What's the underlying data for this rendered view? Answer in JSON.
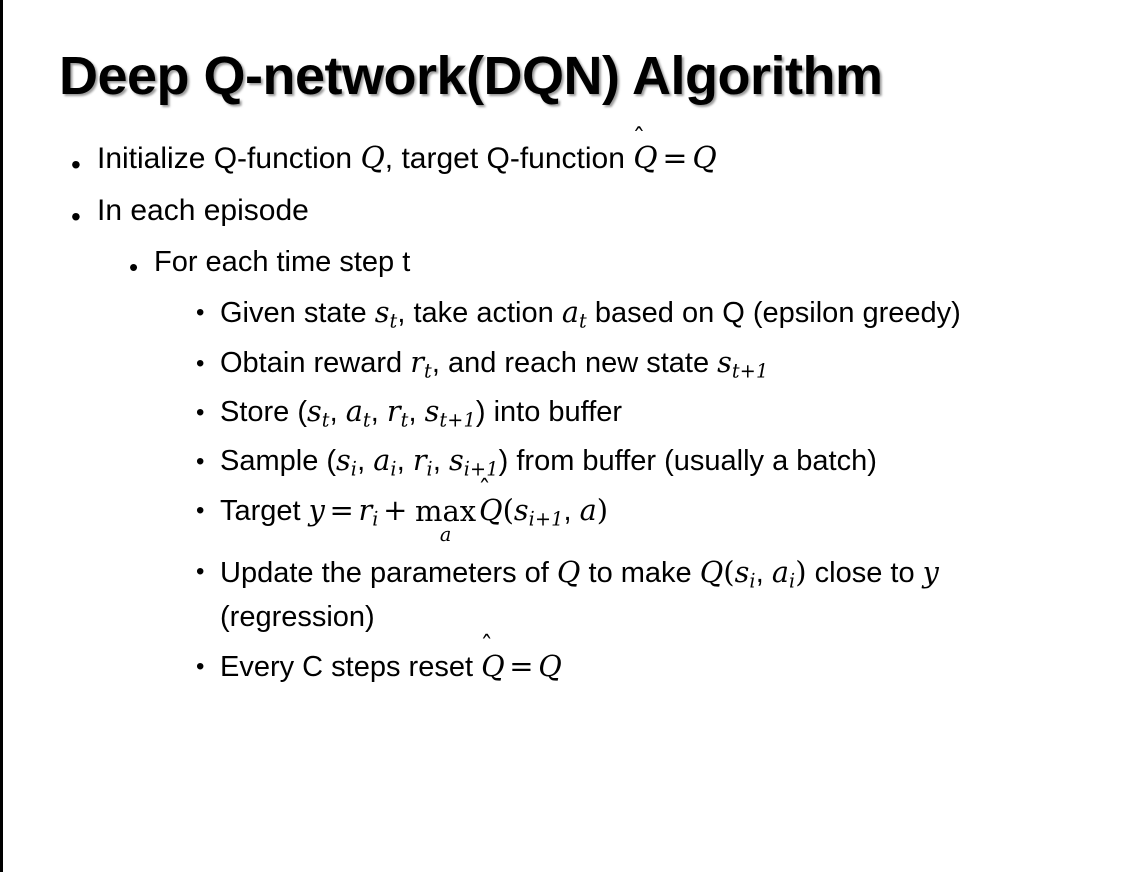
{
  "slide": {
    "title": "Deep Q-network(DQN) Algorithm",
    "bullet_glyph": "•",
    "text_color": "#000000",
    "background_color": "#ffffff",
    "border_color": "#000000"
  },
  "content": {
    "level1": [
      {
        "id": "initialize",
        "prefix": "Initialize Q-function ",
        "var1": "Q",
        "mid": ", target Q-function ",
        "var2": "Q",
        "hat": "̂",
        "eq": "=",
        "var3": "Q"
      },
      {
        "id": "each-episode",
        "text": "In each episode"
      }
    ],
    "level2": [
      {
        "id": "time-step",
        "text": "For each time step t"
      }
    ],
    "level3": [
      {
        "id": "given-state",
        "part1": "Given state ",
        "s": "s",
        "s_sub": "t",
        "part2": ", take action ",
        "a": "a",
        "a_sub": "t",
        "part3": " based on Q (epsilon greedy)"
      },
      {
        "id": "obtain-reward",
        "part1": "Obtain reward ",
        "r": "r",
        "r_sub": "t",
        "part2": ", and reach new state ",
        "s": "s",
        "s_sub": "t+1"
      },
      {
        "id": "store",
        "part1": "Store (",
        "s": "s",
        "s_sub": "t",
        "a": "a",
        "a_sub": "t",
        "r": "r",
        "r_sub": "t",
        "s2": "s",
        "s2_sub": "t+1",
        "part2": ") into buffer",
        "comma": ", "
      },
      {
        "id": "sample",
        "part1": "Sample (",
        "s": "s",
        "s_sub": "i",
        "a": "a",
        "a_sub": "i",
        "r": "r",
        "r_sub": "i",
        "s2": "s",
        "s2_sub": "i+1",
        "part2": ") from buffer (usually a batch)",
        "comma": ", "
      },
      {
        "id": "target",
        "part1": "Target ",
        "y": "y",
        "eq": "=",
        "r": "r",
        "r_sub": "i",
        "plus": "+",
        "max": "max",
        "max_under": "a",
        "qhat": "Q",
        "hat": "̂",
        "open": "(",
        "s": "s",
        "s_sub": "i+1",
        "comma": ", ",
        "a": "a",
        "close": ")"
      },
      {
        "id": "update",
        "part1": "Update the parameters of ",
        "q1": "Q",
        "part2": " to make ",
        "q2": "Q",
        "open": "(",
        "s": "s",
        "s_sub": "i",
        "comma": ", ",
        "a": "a",
        "a_sub": "i",
        "close": ")",
        "part3": " close to ",
        "y": "y",
        "part4": " (regression)"
      },
      {
        "id": "reset",
        "part1": "Every C steps reset ",
        "qhat": "Q",
        "hat": "̂",
        "eq": "=",
        "q": "Q"
      }
    ]
  }
}
